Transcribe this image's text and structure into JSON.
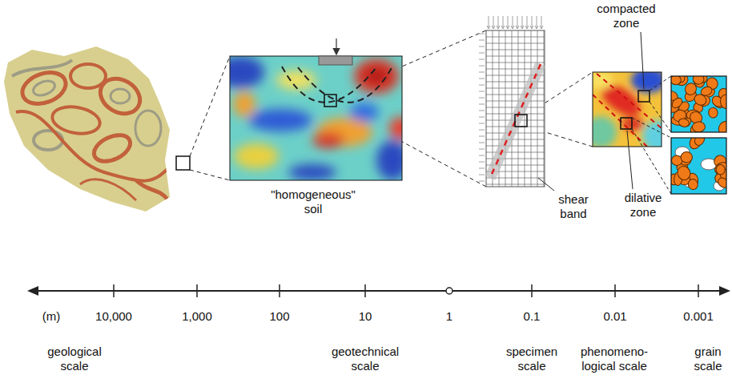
{
  "diagram": {
    "labels": [
      "compacted zone",
      "\"homogeneous\" soil",
      "shear band",
      "dilative zone",
      "(m)",
      "10,000",
      "1,000",
      "100",
      "10",
      "1",
      "0.1",
      "0.01",
      "0.001",
      "geological scale",
      "geotechnical scale",
      "specimen scale",
      "phenomeno- logical scale",
      "grain scale"
    ]
  }
}
